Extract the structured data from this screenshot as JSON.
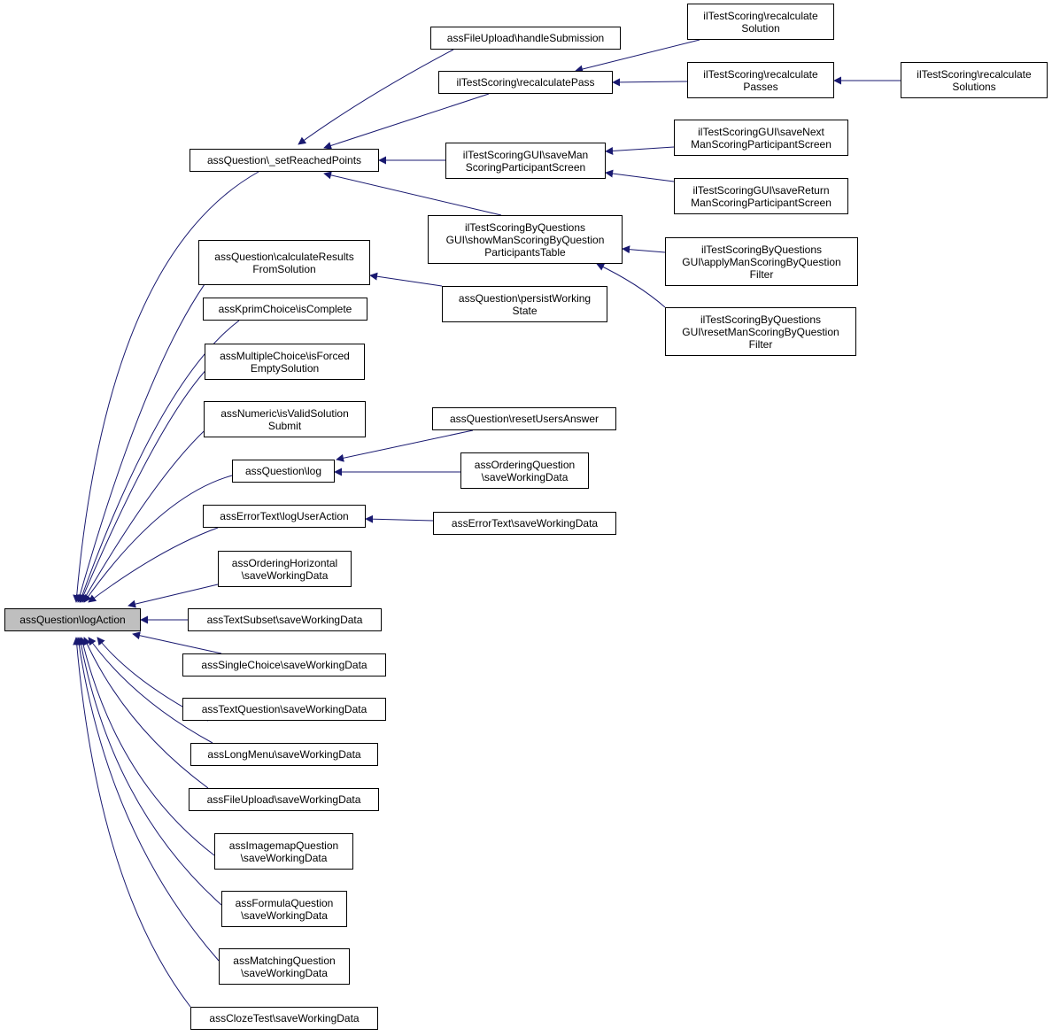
{
  "graph": {
    "edge_color": "#191970",
    "root_fill": "#bfbfbf",
    "nodes": {
      "root": {
        "lines": [
          "assQuestion\\logAction"
        ]
      },
      "setReached": {
        "lines": [
          "assQuestion\\_setReachedPoints"
        ]
      },
      "calcResults": {
        "lines": [
          "assQuestion\\calculateResults",
          "FromSolution"
        ]
      },
      "kprim": {
        "lines": [
          "assKprimChoice\\isComplete"
        ]
      },
      "mcForced": {
        "lines": [
          "assMultipleChoice\\isForced",
          "EmptySolution"
        ]
      },
      "numValid": {
        "lines": [
          "assNumeric\\isValidSolution",
          "Submit"
        ]
      },
      "aqLog": {
        "lines": [
          "assQuestion\\log"
        ]
      },
      "errLog": {
        "lines": [
          "assErrorText\\logUserAction"
        ]
      },
      "ordHoriz": {
        "lines": [
          "assOrderingHorizontal",
          "\\saveWorkingData"
        ]
      },
      "textSubset": {
        "lines": [
          "assTextSubset\\saveWorkingData"
        ]
      },
      "singleChoice": {
        "lines": [
          "assSingleChoice\\saveWorkingData"
        ]
      },
      "textQuestion": {
        "lines": [
          "assTextQuestion\\saveWorkingData"
        ]
      },
      "longMenu": {
        "lines": [
          "assLongMenu\\saveWorkingData"
        ]
      },
      "fileUploadSave": {
        "lines": [
          "assFileUpload\\saveWorkingData"
        ]
      },
      "imagemap": {
        "lines": [
          "assImagemapQuestion",
          "\\saveWorkingData"
        ]
      },
      "formula": {
        "lines": [
          "assFormulaQuestion",
          "\\saveWorkingData"
        ]
      },
      "matching": {
        "lines": [
          "assMatchingQuestion",
          "\\saveWorkingData"
        ]
      },
      "cloze": {
        "lines": [
          "assClozeTest\\saveWorkingData"
        ]
      },
      "fileUploadHandle": {
        "lines": [
          "assFileUpload\\handleSubmission"
        ]
      },
      "recalcPass": {
        "lines": [
          "ilTestScoring\\recalculatePass"
        ]
      },
      "saveMan": {
        "lines": [
          "ilTestScoringGUI\\saveMan",
          "ScoringParticipantScreen"
        ]
      },
      "showMan": {
        "lines": [
          "ilTestScoringByQuestions",
          "GUI\\showManScoringByQuestion",
          "ParticipantsTable"
        ]
      },
      "persist": {
        "lines": [
          "assQuestion\\persistWorking",
          "State"
        ]
      },
      "resetUsers": {
        "lines": [
          "assQuestion\\resetUsersAnswer"
        ]
      },
      "ordSave": {
        "lines": [
          "assOrderingQuestion",
          "\\saveWorkingData"
        ]
      },
      "errSave": {
        "lines": [
          "assErrorText\\saveWorkingData"
        ]
      },
      "recalcSolution": {
        "lines": [
          "ilTestScoring\\recalculate",
          "Solution"
        ]
      },
      "recalcPasses": {
        "lines": [
          "ilTestScoring\\recalculate",
          "Passes"
        ]
      },
      "recalcSolutions": {
        "lines": [
          "ilTestScoring\\recalculate",
          "Solutions"
        ]
      },
      "saveNext": {
        "lines": [
          "ilTestScoringGUI\\saveNext",
          "ManScoringParticipantScreen"
        ]
      },
      "saveReturn": {
        "lines": [
          "ilTestScoringGUI\\saveReturn",
          "ManScoringParticipantScreen"
        ]
      },
      "applyFilter": {
        "lines": [
          "ilTestScoringByQuestions",
          "GUI\\applyManScoringByQuestion",
          "Filter"
        ]
      },
      "resetFilter": {
        "lines": [
          "ilTestScoringByQuestions",
          "GUI\\resetManScoringByQuestion",
          "Filter"
        ]
      }
    },
    "edges": [
      [
        "setReached",
        "root"
      ],
      [
        "calcResults",
        "root"
      ],
      [
        "kprim",
        "root"
      ],
      [
        "mcForced",
        "root"
      ],
      [
        "numValid",
        "root"
      ],
      [
        "aqLog",
        "root"
      ],
      [
        "errLog",
        "root"
      ],
      [
        "ordHoriz",
        "root"
      ],
      [
        "textSubset",
        "root"
      ],
      [
        "singleChoice",
        "root"
      ],
      [
        "textQuestion",
        "root"
      ],
      [
        "longMenu",
        "root"
      ],
      [
        "fileUploadSave",
        "root"
      ],
      [
        "imagemap",
        "root"
      ],
      [
        "formula",
        "root"
      ],
      [
        "matching",
        "root"
      ],
      [
        "cloze",
        "root"
      ],
      [
        "fileUploadHandle",
        "setReached"
      ],
      [
        "recalcPass",
        "setReached"
      ],
      [
        "saveMan",
        "setReached"
      ],
      [
        "showMan",
        "setReached"
      ],
      [
        "persist",
        "calcResults"
      ],
      [
        "resetUsers",
        "aqLog"
      ],
      [
        "ordSave",
        "aqLog"
      ],
      [
        "errSave",
        "errLog"
      ],
      [
        "recalcSolution",
        "recalcPass"
      ],
      [
        "recalcPasses",
        "recalcPass"
      ],
      [
        "recalcSolutions",
        "recalcPasses"
      ],
      [
        "saveNext",
        "saveMan"
      ],
      [
        "saveReturn",
        "saveMan"
      ],
      [
        "applyFilter",
        "showMan"
      ],
      [
        "resetFilter",
        "showMan"
      ]
    ]
  }
}
